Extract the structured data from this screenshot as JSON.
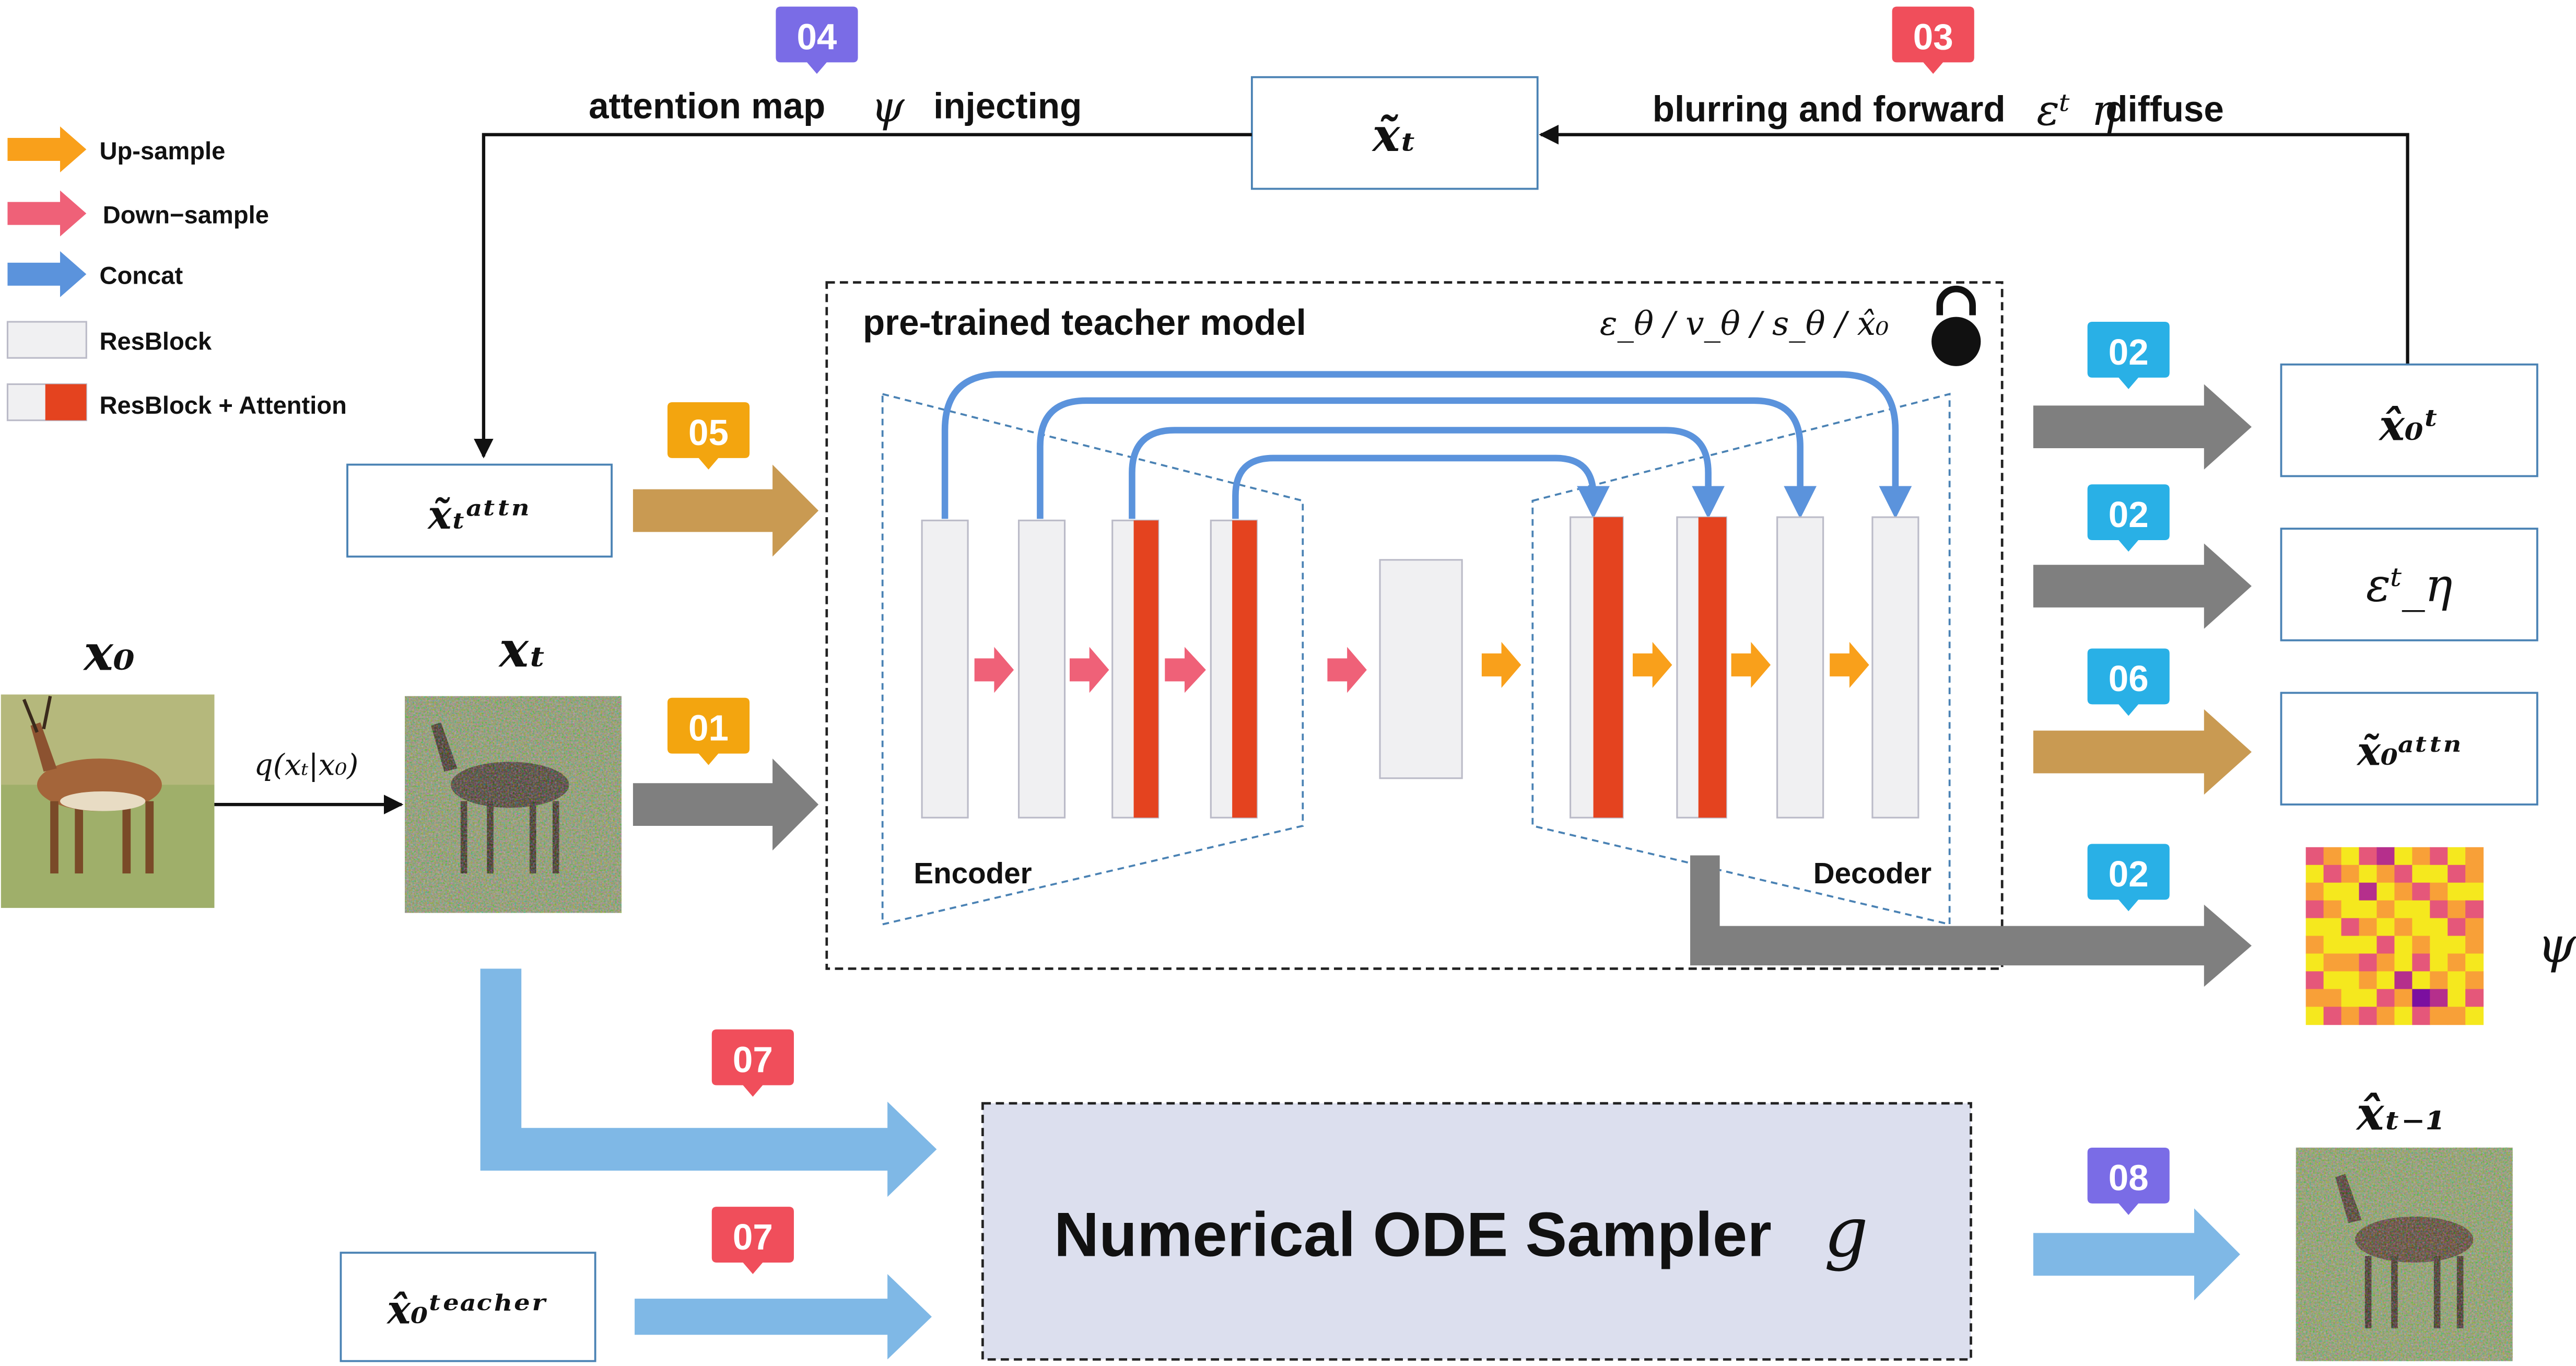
{
  "colors": {
    "upsample": "#F9A01B",
    "downsample": "#EF6178",
    "concat": "#5B93DC",
    "resblock": "#F0F0F2",
    "attention": "#E4431F",
    "gray_arrow": "#7F7F7F",
    "tan_arrow": "#C99A52",
    "light_blue_arrow": "#7FB8E6",
    "box_border": "#4A82B4",
    "sampler_fill": "#DCDFEE",
    "badge_blue": "#29B0E6",
    "badge_red": "#F04E5B",
    "badge_purple": "#7A6CE6",
    "badge_orange": "#F3A50F"
  },
  "legend": {
    "items": [
      {
        "label": "Up-sample",
        "icon": "orange-arrow-icon"
      },
      {
        "label": "Down−sample",
        "icon": "pink-arrow-icon"
      },
      {
        "label": "Concat",
        "icon": "blue-arrow-icon"
      },
      {
        "label": "ResBlock",
        "icon": "resblock-swatch-icon"
      },
      {
        "label": "ResBlock + Attention",
        "icon": "resblock-attention-swatch-icon"
      }
    ]
  },
  "badges": {
    "b01": "01",
    "b02a": "02",
    "b02b": "02",
    "b02c": "02",
    "b03": "03",
    "b04": "04",
    "b05": "05",
    "b06": "06",
    "b07a": "07",
    "b07b": "07",
    "b08": "08"
  },
  "labels": {
    "x0": "x₀",
    "xt": "xₜ",
    "q_label": "q(xₜ|x₀)",
    "xt_tilde": "x̃ₜ",
    "xt_attn": "x̃ₜᵃᵗᵗⁿ",
    "x0_hat": "x̂₀ᵗ",
    "eps": "εᵗ_η",
    "x0_attn": "x̃₀ᵃᵗᵗⁿ",
    "psi": "ψ",
    "xt1": "x̂ₜ₋₁",
    "x0_teacher": "x̂₀ᵗᵉᵃᶜʰᵉʳ",
    "attention_map": "attention map",
    "attention_psi": "ψ",
    "injecting": "injecting",
    "blurring": "blurring and forward",
    "blurring_eps": "εᵗ_η",
    "diffuse": "diffuse",
    "teacher_title": "pre-trained teacher model",
    "teacher_outputs": "ε_θ / v_θ / s_θ / x̂₀",
    "encoder": "Encoder",
    "decoder": "Decoder",
    "sampler": "Numerical ODE Sampler",
    "sampler_g": "g"
  },
  "heatmap": {
    "grid": [
      [
        2,
        1,
        0,
        2,
        3,
        0,
        1,
        2,
        0,
        1
      ],
      [
        0,
        2,
        1,
        0,
        1,
        2,
        0,
        0,
        2,
        1
      ],
      [
        1,
        0,
        0,
        3,
        0,
        1,
        2,
        1,
        0,
        0
      ],
      [
        2,
        1,
        0,
        0,
        1,
        0,
        0,
        2,
        1,
        2
      ],
      [
        0,
        0,
        2,
        1,
        0,
        1,
        0,
        0,
        2,
        1
      ],
      [
        1,
        0,
        0,
        0,
        2,
        0,
        1,
        0,
        0,
        1
      ],
      [
        0,
        1,
        1,
        2,
        1,
        0,
        2,
        0,
        1,
        0
      ],
      [
        2,
        0,
        0,
        1,
        0,
        3,
        0,
        1,
        0,
        1
      ],
      [
        1,
        1,
        0,
        0,
        2,
        1,
        4,
        3,
        0,
        2
      ],
      [
        0,
        2,
        1,
        2,
        1,
        0,
        2,
        1,
        1,
        0
      ]
    ],
    "palette": [
      "#F5E81E",
      "#F8A038",
      "#E5577A",
      "#B52F8C",
      "#7B0FA0"
    ]
  }
}
